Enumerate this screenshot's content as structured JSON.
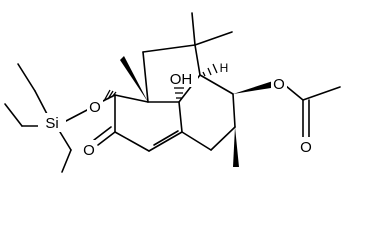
{
  "molecule": {
    "atom_labels": {
      "silicon": "Si",
      "silyl_ether_oxygen": "O",
      "hydroxyl": "OH",
      "ring_junction_h": "H",
      "acetate_ester_oxygen": "O",
      "acetate_carbonyl_oxygen": "O",
      "ketone_oxygen": "O"
    }
  }
}
